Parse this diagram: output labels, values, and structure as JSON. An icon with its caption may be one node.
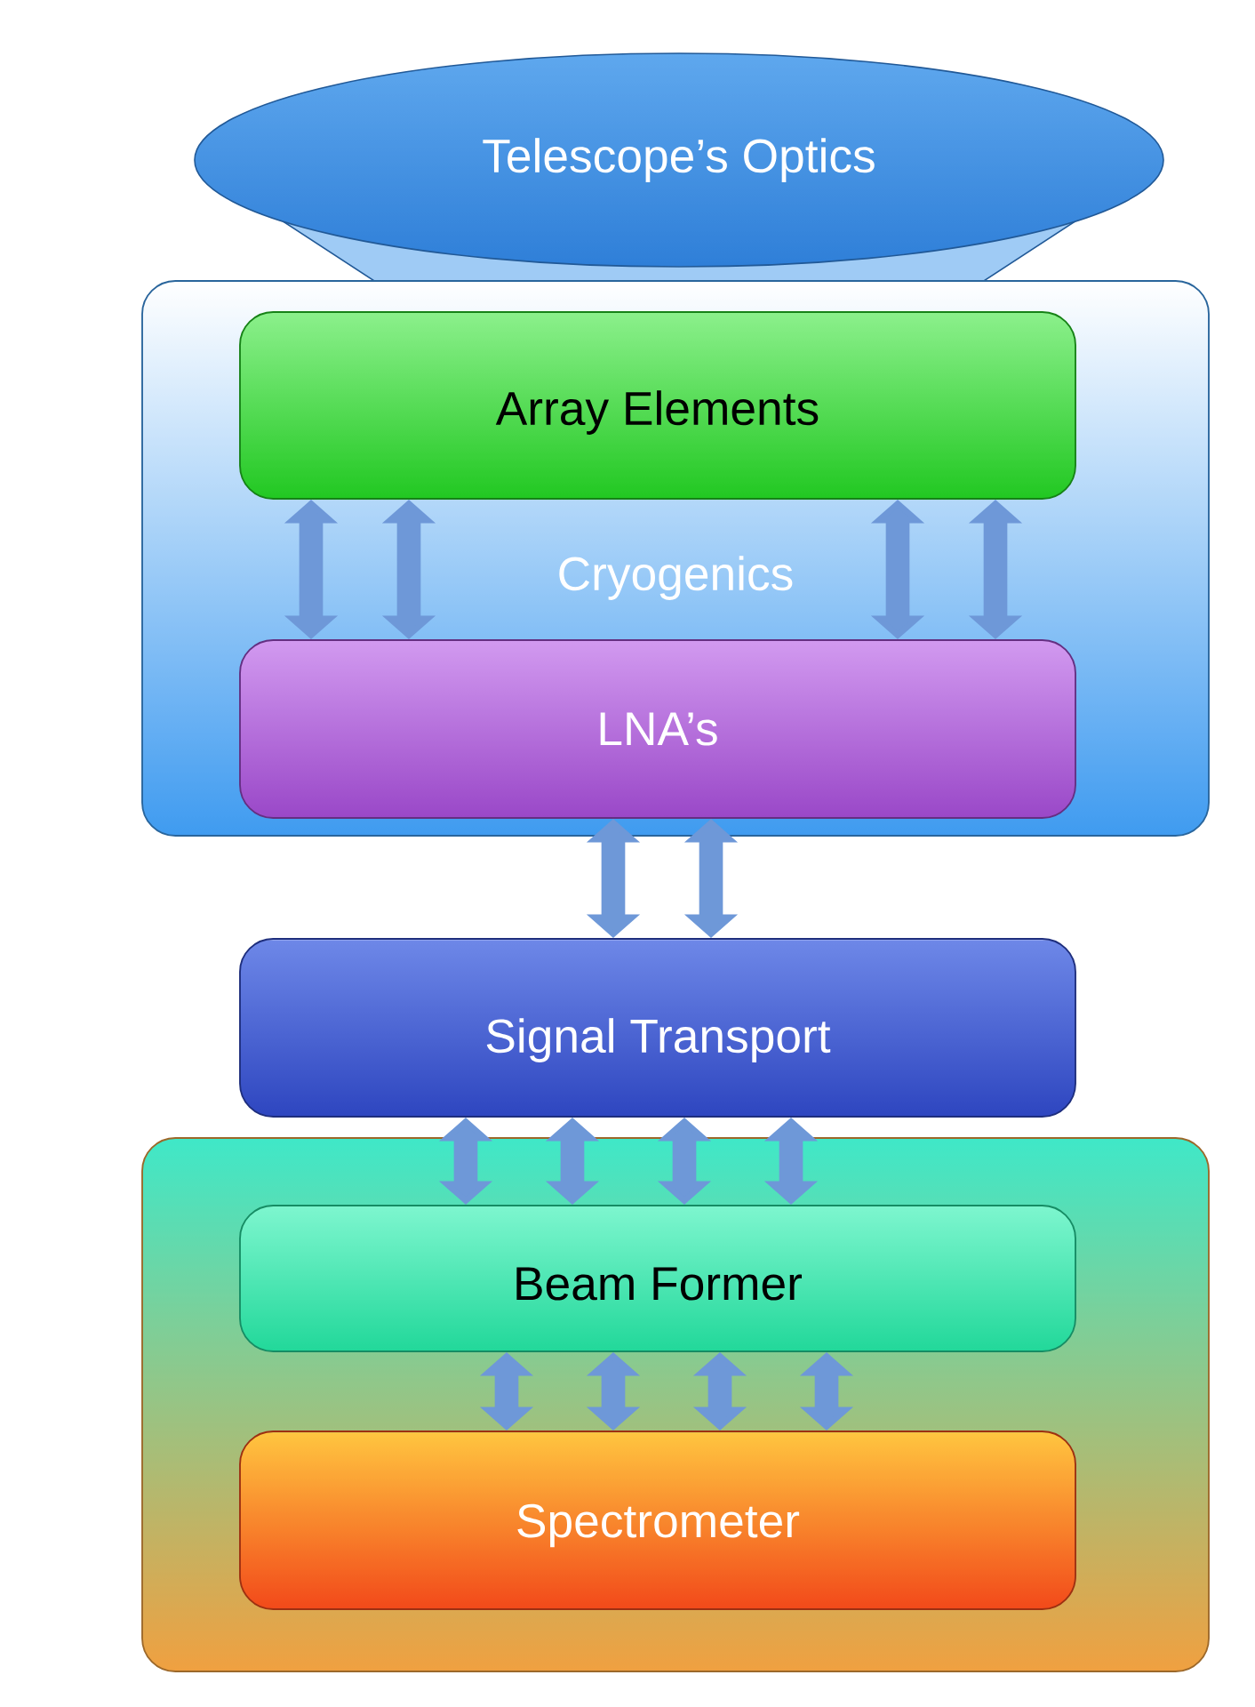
{
  "diagram": {
    "nodes": [
      {
        "text": [
          "Telescope’s Optics"
        ]
      },
      {
        "text": [
          "Cryogenics"
        ]
      },
      {
        "text": [
          "Array Elements"
        ],
        "in": 1
      },
      {
        "text": [
          "LNA’s"
        ],
        "in": 1
      },
      {
        "text": [
          "Signal Transport"
        ]
      },
      {
        "text": [],
        "shape": "box"
      },
      {
        "text": [
          "Beam Former"
        ],
        "in": 5
      },
      {
        "text": [
          "Spectrometer"
        ],
        "in": 5
      }
    ],
    "edges": [
      {
        "from": 2,
        "to": 3,
        "arrow": "both"
      },
      {
        "from": 2,
        "to": 3,
        "arrow": "both"
      },
      {
        "from": 2,
        "to": 3,
        "arrow": "both"
      },
      {
        "from": 2,
        "to": 3,
        "arrow": "both"
      },
      {
        "from": 3,
        "to": 4,
        "arrow": "both"
      },
      {
        "from": 3,
        "to": 4,
        "arrow": "both"
      },
      {
        "from": 4,
        "to": 6,
        "arrow": "both"
      },
      {
        "from": 4,
        "to": 6,
        "arrow": "both"
      },
      {
        "from": 4,
        "to": 6,
        "arrow": "both"
      },
      {
        "from": 4,
        "to": 6,
        "arrow": "both"
      },
      {
        "from": 6,
        "to": 7,
        "arrow": "both"
      },
      {
        "from": 6,
        "to": 7,
        "arrow": "both"
      },
      {
        "from": 6,
        "to": 7,
        "arrow": "both"
      },
      {
        "from": 6,
        "to": 7,
        "arrow": "both"
      }
    ]
  }
}
